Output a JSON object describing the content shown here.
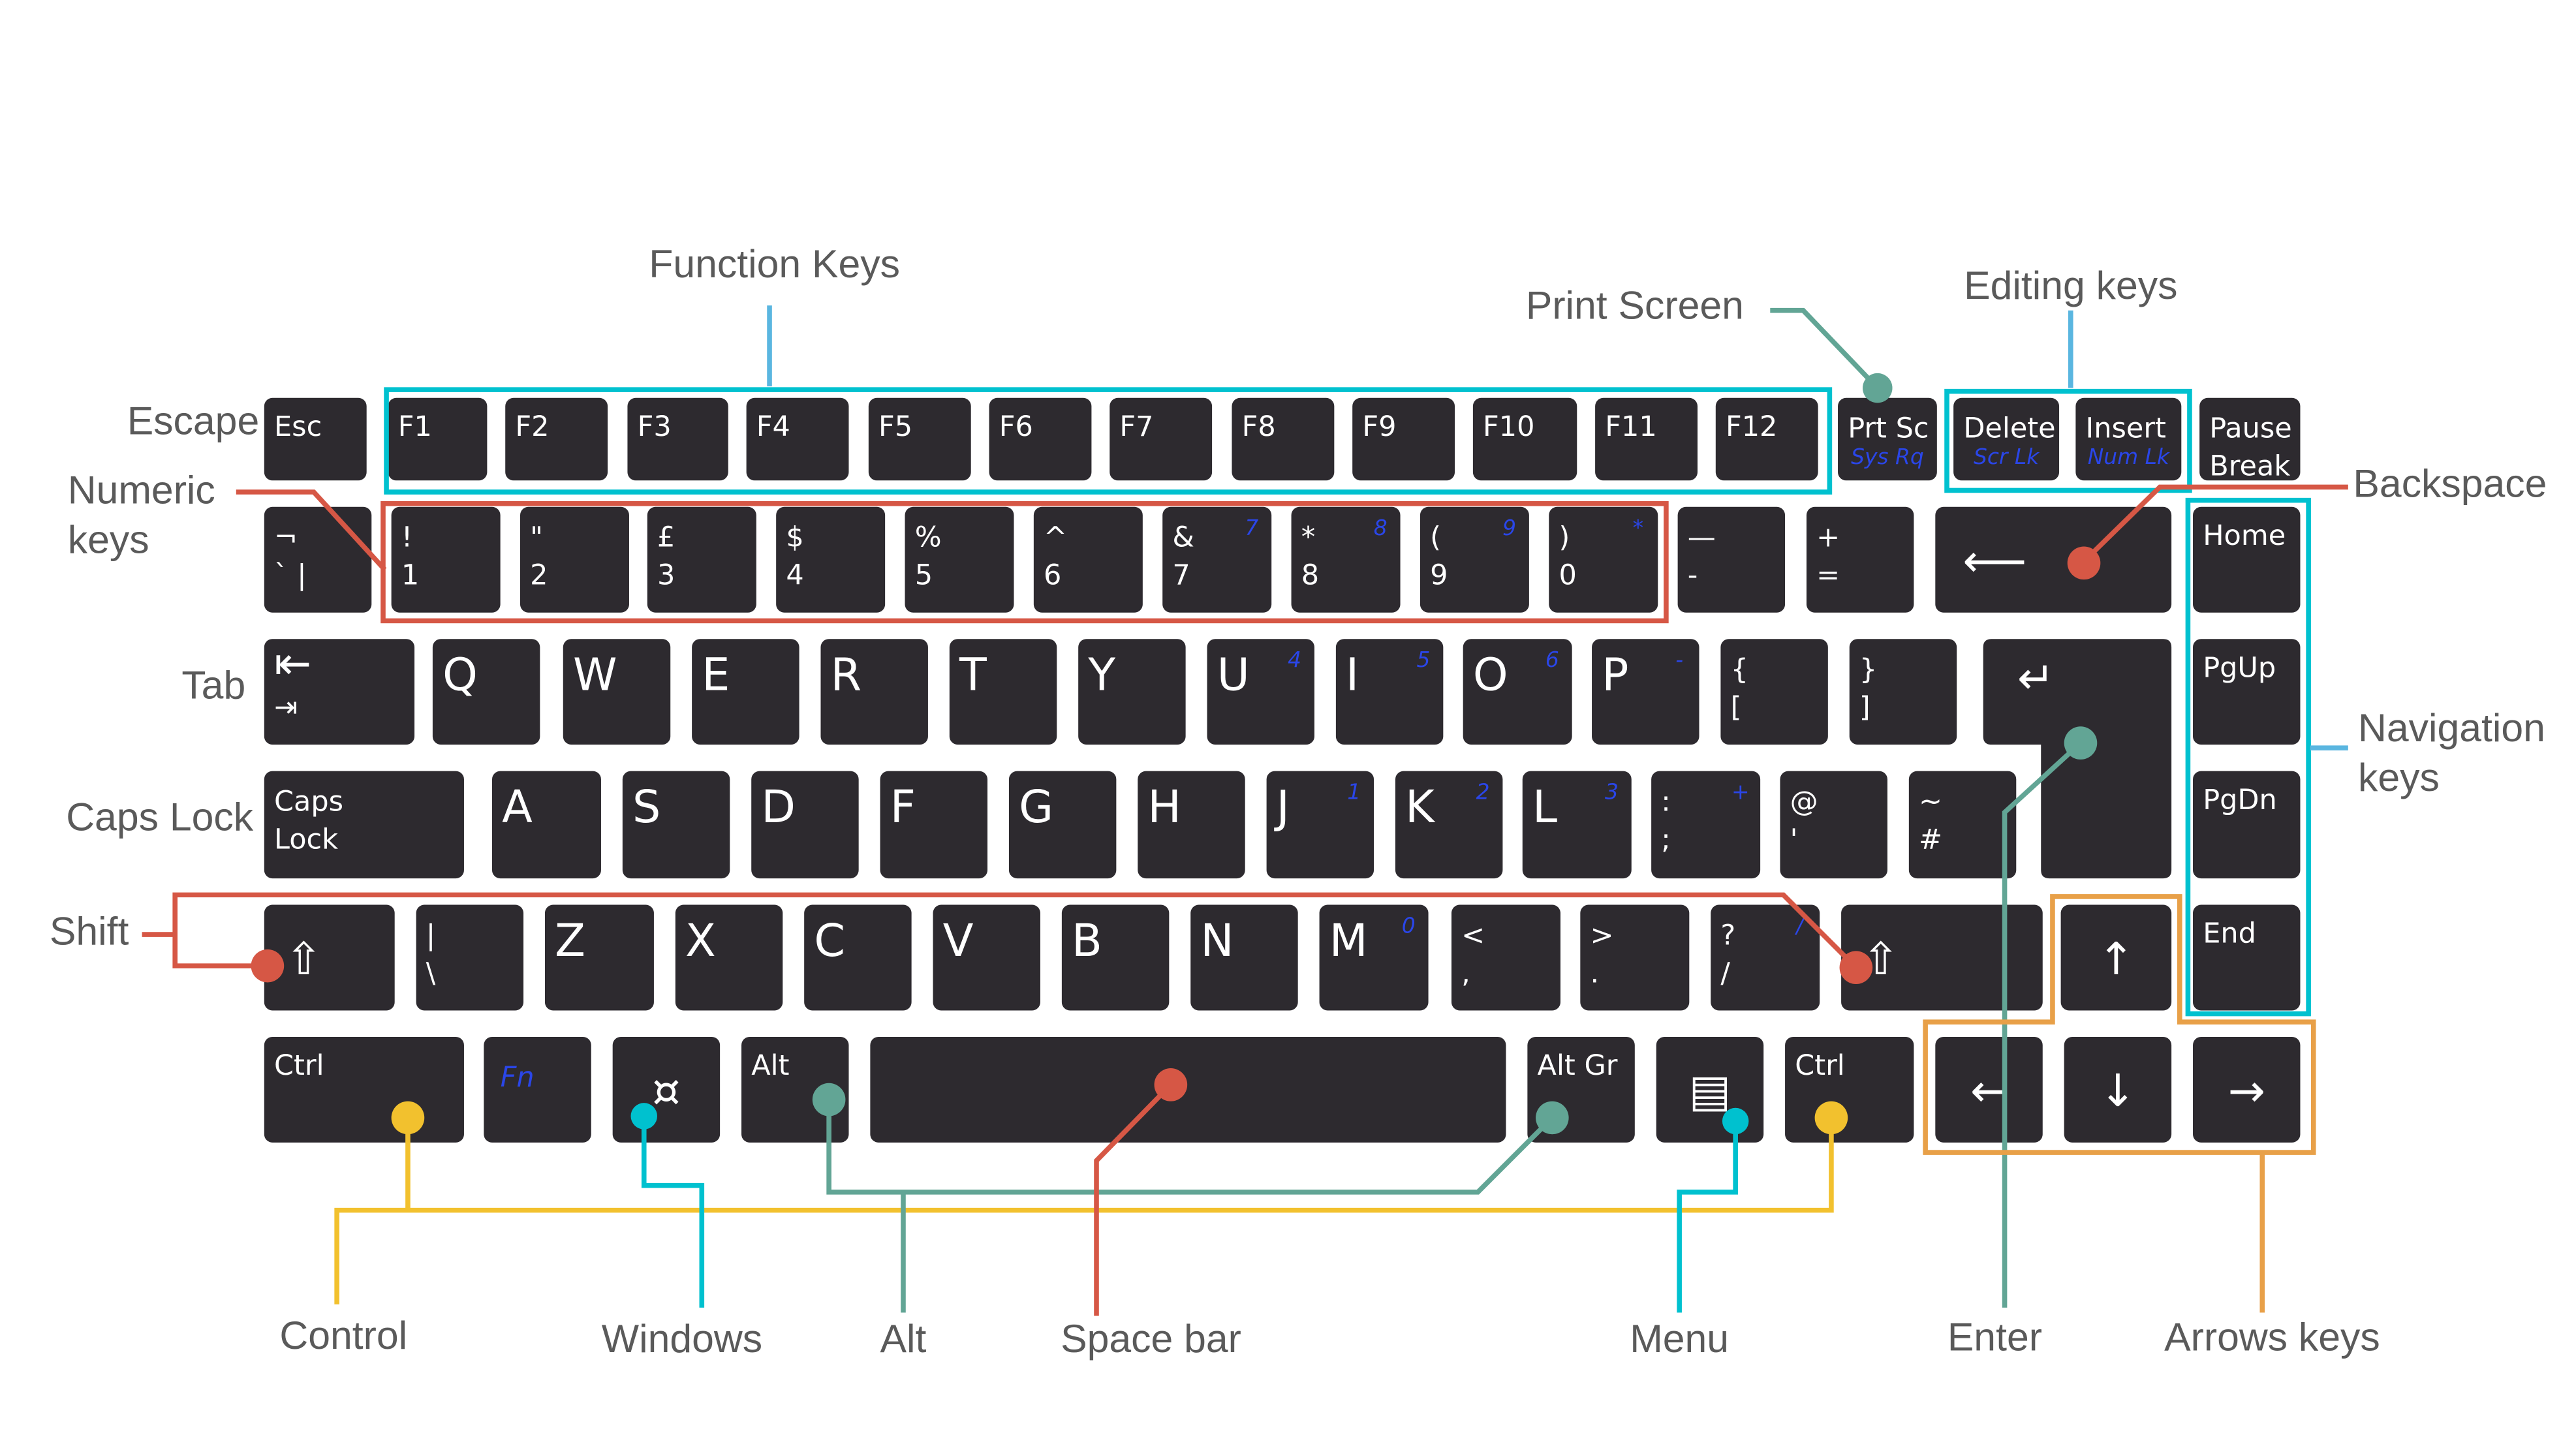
{
  "colors": {
    "key": "#2d2a2f",
    "cyan": "#00c1cf",
    "red": "#d65745",
    "teal": "#62a595",
    "yellow": "#f2c12e",
    "orange": "#e8a048",
    "lightblue": "#5ab6e0",
    "label": "#5a5a5a",
    "fn_blue": "#2a46e8"
  },
  "annotations": {
    "function_keys": "Function Keys",
    "print_screen": "Print Screen",
    "editing_keys": "Editing keys",
    "escape": "Escape",
    "numeric_keys_1": "Numeric",
    "numeric_keys_2": "keys",
    "backspace": "Backspace",
    "tab": "Tab",
    "navigation_keys_1": "Navigation",
    "navigation_keys_2": "keys",
    "caps_lock": "Caps Lock",
    "shift": "Shift",
    "control": "Control",
    "windows": "Windows",
    "alt": "Alt",
    "space_bar": "Space bar",
    "menu": "Menu",
    "enter": "Enter",
    "arrows_keys": "Arrows keys"
  },
  "keys": [
    [
      {
        "t": "Esc"
      },
      {
        "t": "F1"
      },
      {
        "t": "F2"
      },
      {
        "t": "F3"
      },
      {
        "t": "F4"
      },
      {
        "t": "F5"
      },
      {
        "t": "F6"
      },
      {
        "t": "F7"
      },
      {
        "t": "F8"
      },
      {
        "t": "F9"
      },
      {
        "t": "F10"
      },
      {
        "t": "F11"
      },
      {
        "t": "F12"
      },
      {
        "t": "Prt Sc",
        "fb": "Sys Rq"
      },
      {
        "t": "Delete",
        "fb": "Scr Lk"
      },
      {
        "t": "Insert",
        "fb": "Num Lk"
      },
      {
        "t": "Pause",
        "b": "Break"
      }
    ],
    [
      {
        "t": "¬",
        "b": "`   |"
      },
      {
        "t": "!",
        "b": "1"
      },
      {
        "t": "\"",
        "b": "2"
      },
      {
        "t": "£",
        "b": "3"
      },
      {
        "t": "$",
        "b": "4"
      },
      {
        "t": "%",
        "b": "5"
      },
      {
        "t": "^",
        "b": "6"
      },
      {
        "t": "&",
        "b": "7",
        "f": "7"
      },
      {
        "t": "*",
        "b": "8",
        "f": "8"
      },
      {
        "t": "(",
        "b": "9",
        "f": "9"
      },
      {
        "t": ")",
        "b": "0",
        "f": "*"
      },
      {
        "t": "—",
        "b": "-"
      },
      {
        "t": "+",
        "b": "="
      },
      {
        "t": "⟵",
        "icon": "backspace-arrow-icon"
      },
      {
        "t": "Home"
      }
    ],
    [
      {
        "t": "⇤",
        "b": "⇥",
        "icon": "tab-icon"
      },
      {
        "t": "Q"
      },
      {
        "t": "W"
      },
      {
        "t": "E"
      },
      {
        "t": "R"
      },
      {
        "t": "T"
      },
      {
        "t": "Y"
      },
      {
        "t": "U",
        "f": "4"
      },
      {
        "t": "I",
        "f": "5"
      },
      {
        "t": "O",
        "f": "6"
      },
      {
        "t": "P",
        "f": "-"
      },
      {
        "t": "{",
        "b": "["
      },
      {
        "t": "}",
        "b": "]"
      },
      {
        "t": "↵",
        "icon": "enter-icon"
      },
      {
        "t": "PgUp"
      }
    ],
    [
      {
        "t": "Caps",
        "b": "Lock"
      },
      {
        "t": "A"
      },
      {
        "t": "S"
      },
      {
        "t": "D"
      },
      {
        "t": "F"
      },
      {
        "t": "G"
      },
      {
        "t": "H"
      },
      {
        "t": "J",
        "f": "1"
      },
      {
        "t": "K",
        "f": "2"
      },
      {
        "t": "L",
        "f": "3"
      },
      {
        "t": ":",
        "b": ";",
        "f": "+"
      },
      {
        "t": "@",
        "b": "'"
      },
      {
        "t": "~",
        "b": "#"
      },
      {
        "t": "PgDn"
      }
    ],
    [
      {
        "t": "⇧",
        "icon": "shift-icon"
      },
      {
        "t": "|",
        "b": "\\"
      },
      {
        "t": "Z"
      },
      {
        "t": "X"
      },
      {
        "t": "C"
      },
      {
        "t": "V"
      },
      {
        "t": "B"
      },
      {
        "t": "N"
      },
      {
        "t": "M",
        "f": "0"
      },
      {
        "t": "<",
        "b": ","
      },
      {
        "t": ">",
        "b": "."
      },
      {
        "t": "?",
        "b": "/",
        "f": "/"
      },
      {
        "t": "⇧",
        "icon": "shift-icon"
      },
      {
        "t": "↑",
        "icon": "arrow-up-icon"
      },
      {
        "t": "End"
      }
    ],
    [
      {
        "t": "Ctrl"
      },
      {
        "fb": "Fn"
      },
      {
        "t": "¤",
        "icon": "windows-icon"
      },
      {
        "t": "Alt"
      },
      {
        "t": ""
      },
      {
        "t": "Alt Gr"
      },
      {
        "t": "▤",
        "icon": "menu-icon"
      },
      {
        "t": "Ctrl"
      },
      {
        "t": "←",
        "icon": "arrow-left-icon"
      },
      {
        "t": "↓",
        "icon": "arrow-down-icon"
      },
      {
        "t": "→",
        "icon": "arrow-right-icon"
      }
    ]
  ]
}
